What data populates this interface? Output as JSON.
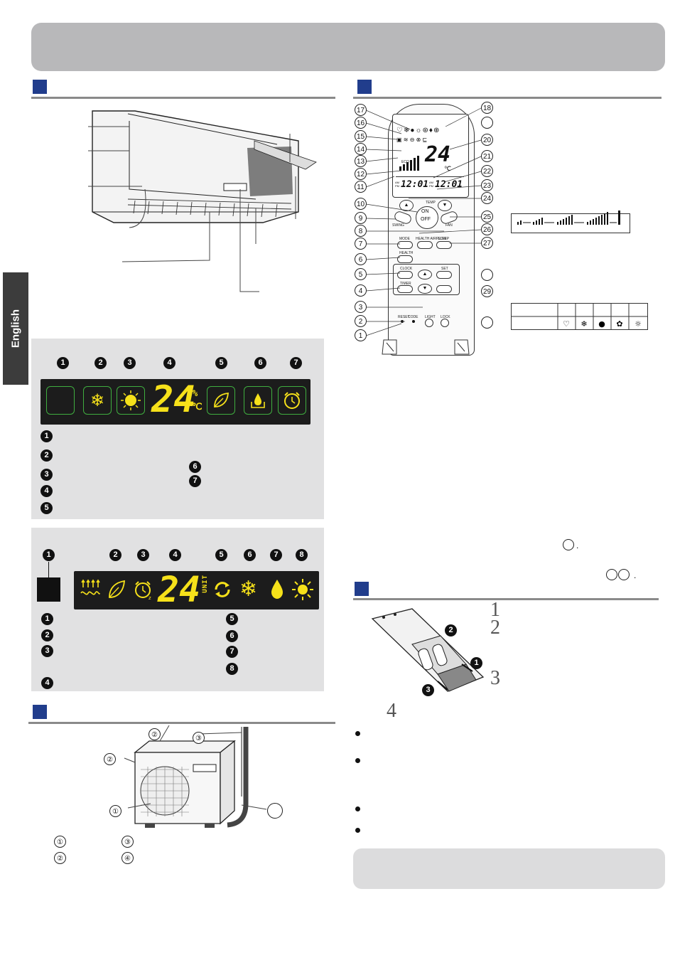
{
  "side_tab": {
    "label": "English"
  },
  "indoor_display_1": {
    "badges": [
      "1",
      "2",
      "3",
      "4",
      "5",
      "6",
      "7"
    ],
    "temp": "24",
    "unit_top": "%",
    "unit_bottom": "℃",
    "icons": [
      "blank-icon",
      "snowflake-icon",
      "sun-icon",
      "temperature-display",
      "leaf-icon",
      "water-drop-icon",
      "alarm-clock-icon"
    ],
    "legend_left": [
      "1",
      "2",
      "3",
      "4",
      "5"
    ],
    "legend_mid": [
      "6",
      "7"
    ]
  },
  "indoor_display_2": {
    "badges": [
      "1",
      "2",
      "3",
      "4",
      "5",
      "6",
      "7",
      "8"
    ],
    "temp": "24",
    "unit": "UNIT",
    "icons": [
      "heat-icon",
      "leaf-icon",
      "alarm-clock-icon",
      "temperature-display",
      "recycle-icon",
      "snowflake-icon",
      "water-drop-icon",
      "sun-icon"
    ],
    "legend_left": [
      "1",
      "2",
      "3",
      "4"
    ],
    "legend_right": [
      "5",
      "6",
      "7",
      "8"
    ]
  },
  "outdoor": {
    "labels": [
      "①",
      "②",
      "③",
      "④"
    ]
  },
  "remote": {
    "callouts_left": [
      "17",
      "16",
      "15",
      "14",
      "13",
      "12",
      "11",
      "10",
      "9",
      "8",
      "7",
      "6",
      "5",
      "4",
      "3",
      "2",
      "1"
    ],
    "callouts_right": [
      "18",
      "",
      "20",
      "21",
      "22",
      "23",
      "24",
      "25",
      "26",
      "27",
      "",
      "29",
      ""
    ],
    "lcd_temp": "24",
    "lcd_unit": "℃",
    "lcd_eco": "ECO",
    "lcd_time_left": "12:01",
    "lcd_time_right": "12:01",
    "lcd_am": "AM",
    "lcd_pm": "PM",
    "btn_temp": "TEMP",
    "btn_on": "ON",
    "btn_off": "OFF",
    "btn_swing": "SWING",
    "btn_fan": "FAN",
    "btn_mode": "MODE",
    "btn_health": "HEALTH",
    "btn_airflow": "HEALTH AIRFLOW",
    "btn_sleep": "SLEEP",
    "btn_clock": "CLOCK",
    "btn_set": "SET",
    "btn_timer": "TIMER",
    "btn_reset": "RESET",
    "btn_code": "CODE",
    "btn_light": "LIGHT",
    "btn_lock": "LOCK"
  },
  "battery": {
    "steps": [
      "1",
      "2",
      "3",
      "4"
    ]
  }
}
